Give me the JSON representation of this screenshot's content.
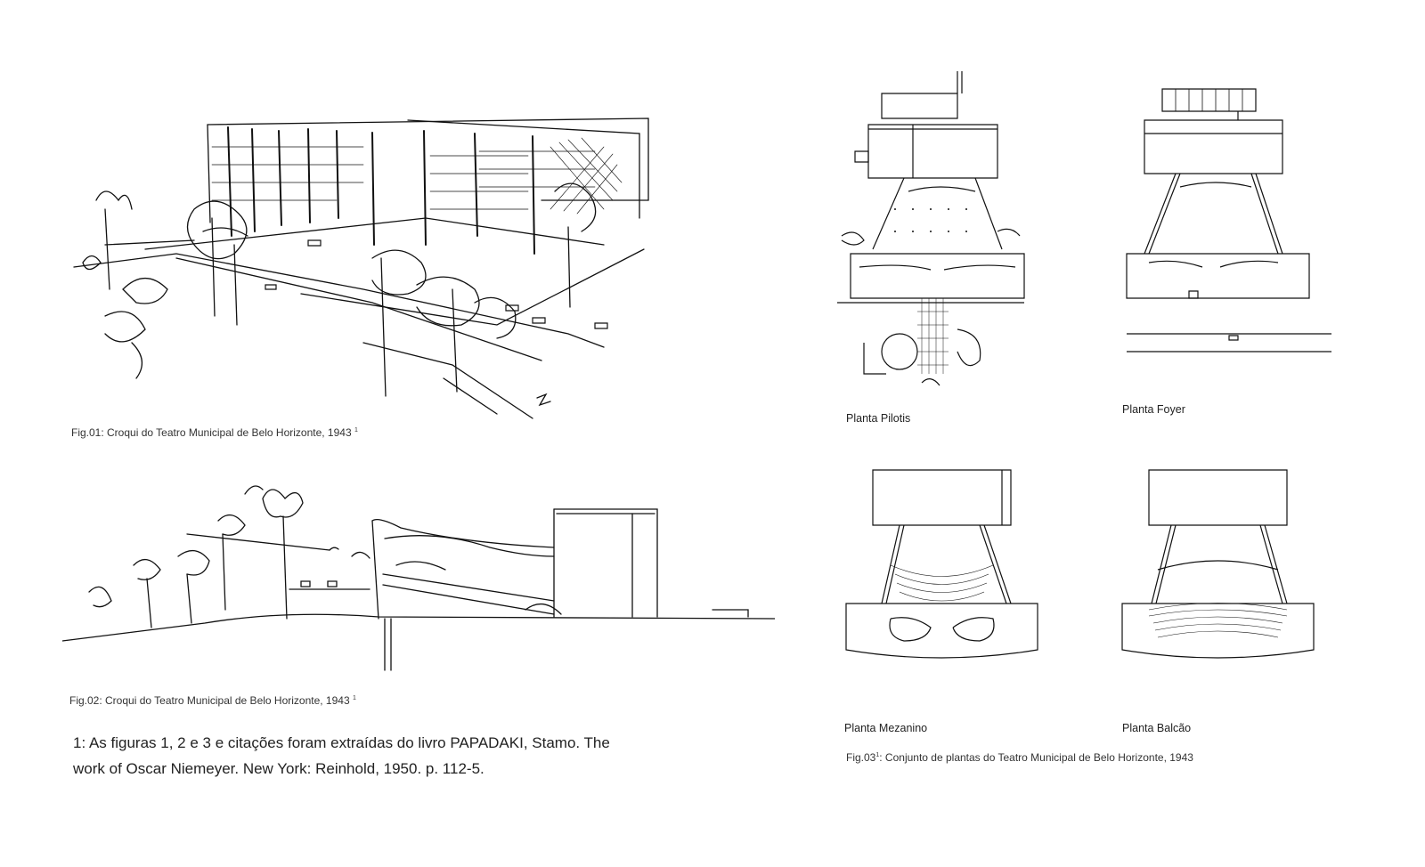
{
  "figures": {
    "fig01": {
      "caption": "Fig.01: Croqui do Teatro Municipal de Belo Horizonte, 1943",
      "sup": "1"
    },
    "fig02": {
      "caption": "Fig.02: Croqui do Teatro Municipal de Belo Horizonte, 1943",
      "sup": "1"
    },
    "fig03": {
      "caption_prefix": "Fig.03",
      "sup": "1",
      "caption_rest": ": Conjunto de plantas do Teatro Municipal de Belo Horizonte, 1943"
    }
  },
  "plans": {
    "pilotis": "Planta Pilotis",
    "foyer": "Planta Foyer",
    "mezanino": "Planta Mezanino",
    "balcao": "Planta Balcão"
  },
  "footnote": {
    "text": "1: As figuras 1, 2 e 3 e citações foram extraídas do livro PAPADAKI, Stamo. The work of Oscar Niemeyer. New York: Reinhold, 1950. p. 112-5."
  }
}
